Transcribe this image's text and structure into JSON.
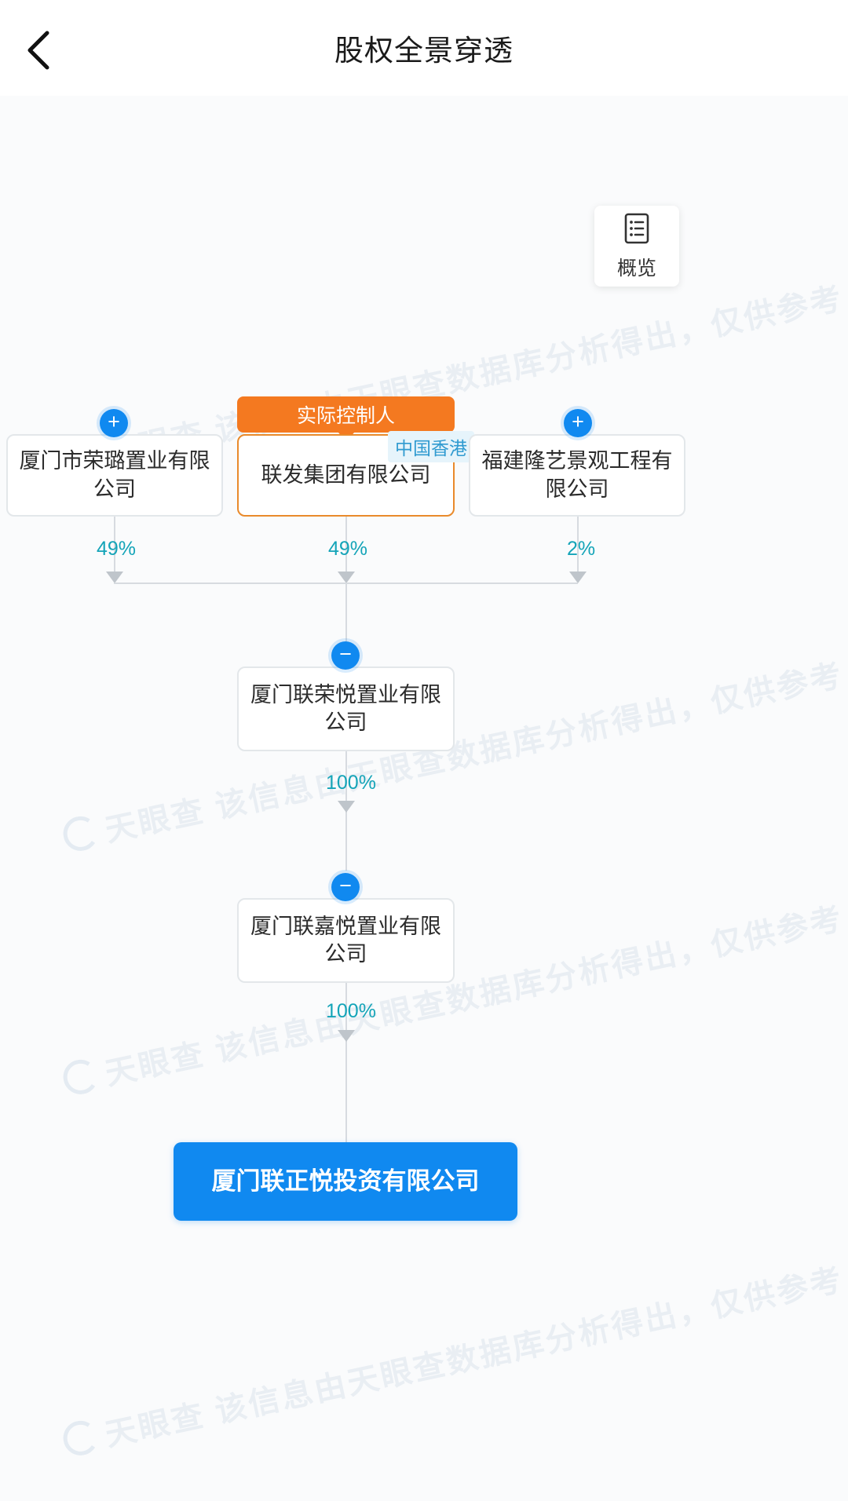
{
  "header": {
    "title": "股权全景穿透",
    "back_icon": "chevron-left-icon"
  },
  "overview": {
    "label": "概览",
    "icon": "list-document-icon"
  },
  "watermarks": [
    "天眼查 该信息由天眼查数据库分析得出，仅供参考",
    "天眼查 该信息由天眼查数据库分析得出，仅供参考",
    "天眼查 该信息由天眼查数据库分析得出，仅供参考",
    "天眼查 该信息由天眼查数据库分析得出，仅供参考"
  ],
  "chart_data": {
    "type": "diagram",
    "title": "股权全景穿透",
    "nodes": [
      {
        "id": "n1",
        "label": "厦门市荣璐置业有限公司",
        "level": 0,
        "style": "plain",
        "toggle": "+"
      },
      {
        "id": "n2",
        "label": "联发集团有限公司",
        "level": 0,
        "style": "highlight",
        "badge": "实际控制人",
        "region": "中国香港"
      },
      {
        "id": "n3",
        "label": "福建隆艺景观工程有限公司",
        "level": 0,
        "style": "plain",
        "toggle": "+"
      },
      {
        "id": "n4",
        "label": "厦门联荣悦置业有限公司",
        "level": 1,
        "style": "plain",
        "toggle": "−"
      },
      {
        "id": "n5",
        "label": "厦门联嘉悦置业有限公司",
        "level": 2,
        "style": "plain",
        "toggle": "−"
      },
      {
        "id": "n6",
        "label": "厦门联正悦投资有限公司",
        "level": 3,
        "style": "root"
      }
    ],
    "edges": [
      {
        "from": "n1",
        "to": "n4",
        "label": "49%"
      },
      {
        "from": "n2",
        "to": "n4",
        "label": "49%"
      },
      {
        "from": "n3",
        "to": "n4",
        "label": "2%"
      },
      {
        "from": "n4",
        "to": "n5",
        "label": "100%"
      },
      {
        "from": "n5",
        "to": "n6",
        "label": "100%"
      }
    ]
  },
  "colors": {
    "accent_blue": "#1089f0",
    "controller_orange": "#f47920",
    "percent_teal": "#14a4b8",
    "region_badge_bg": "#e6f4fb",
    "canvas_bg": "#fafbfc"
  }
}
